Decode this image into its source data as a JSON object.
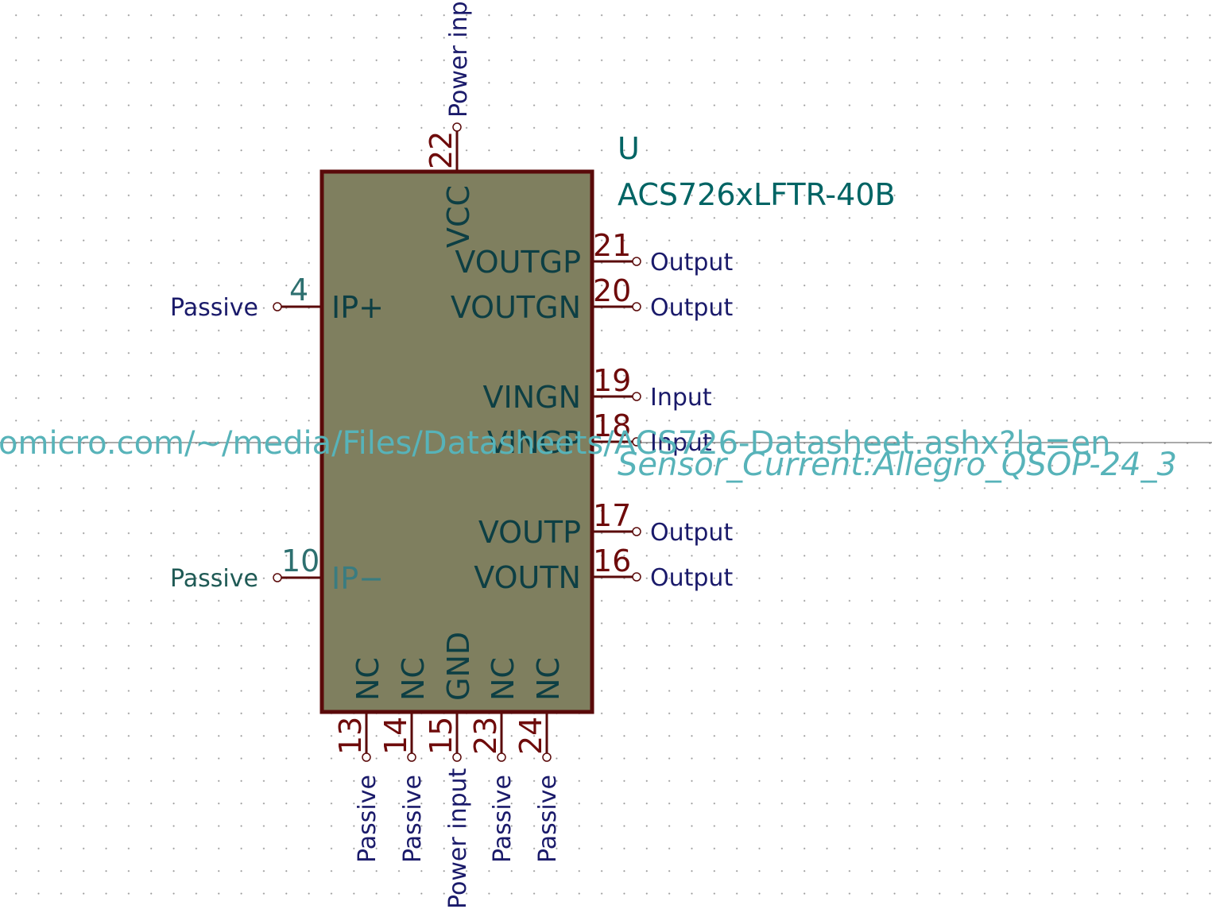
{
  "symbol": {
    "reference": "U",
    "value": "ACS726xLFTR-40B",
    "datasheet_fragment": "omicro.com/~/media/Files/Datasheets/ACS726-Datasheet.ashx?la=en",
    "footprint_fragment": "Sensor_Current:Allegro_QSOP-24_3",
    "body_color": "#7f7f5f",
    "outline_color": "#5a0a0a"
  },
  "pins": {
    "top": [
      {
        "number": "22",
        "name": "VCC",
        "type": "Power input"
      }
    ],
    "left": [
      {
        "number": "4",
        "name": "IP+",
        "type": "Passive"
      },
      {
        "number": "10",
        "name": "IP−",
        "type": "Passive"
      }
    ],
    "right": [
      {
        "number": "21",
        "name": "VOUTGP",
        "type": "Output"
      },
      {
        "number": "20",
        "name": "VOUTGN",
        "type": "Output"
      },
      {
        "number": "19",
        "name": "VINGN",
        "type": "Input"
      },
      {
        "number": "18",
        "name": "VINGP",
        "type": "Input"
      },
      {
        "number": "17",
        "name": "VOUTP",
        "type": "Output"
      },
      {
        "number": "16",
        "name": "VOUTN",
        "type": "Output"
      }
    ],
    "bottom": [
      {
        "number": "13",
        "name": "NC",
        "type": "Passive"
      },
      {
        "number": "14",
        "name": "NC",
        "type": "Passive"
      },
      {
        "number": "15",
        "name": "GND",
        "type": "Power input"
      },
      {
        "number": "23",
        "name": "NC",
        "type": "Passive"
      },
      {
        "number": "24",
        "name": "NC",
        "type": "Passive"
      }
    ]
  }
}
